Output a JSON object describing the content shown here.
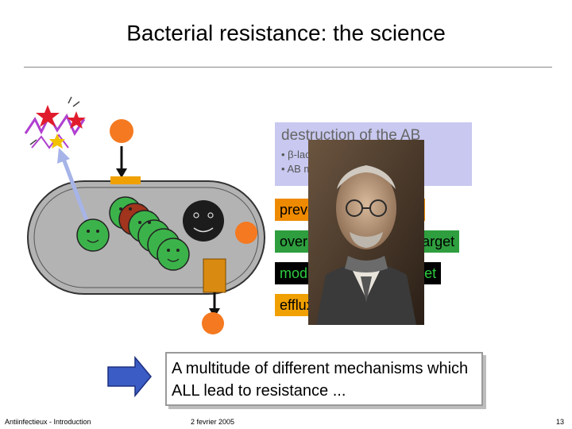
{
  "slide": {
    "title": "Bacterial resistance: the science",
    "mechanisms": {
      "destruction": "destruction of the AB",
      "destruction_bullet1": "• β-lactamases,",
      "destruction_bullet2": "• AB modifying enzymes,",
      "prevention": "prevention of AB entry",
      "overproduction": "overproduction of the target",
      "modification": "modification of the target",
      "efflux": "efflux"
    },
    "summary": "A multitude of different mechanisms which ALL lead to resistance ...",
    "footer": {
      "left": "Antiinfectieux - Introduction",
      "date": "2 fevrier 2005",
      "page": "13"
    }
  },
  "colors": {
    "destruction_bg": "#c8c8f0",
    "prevention_bg": "#ee8a00",
    "overproduction_bg": "#2e9e3e",
    "modification_bg": "#000000",
    "modification_text": "#2ecc40",
    "efflux_bg": "#f0a000",
    "cell_fill": "#b3b3b3",
    "antibiotic_orange": "#f47920",
    "enzyme_green": "#3cb34a",
    "summary_arrow": "#3b5cc4"
  }
}
